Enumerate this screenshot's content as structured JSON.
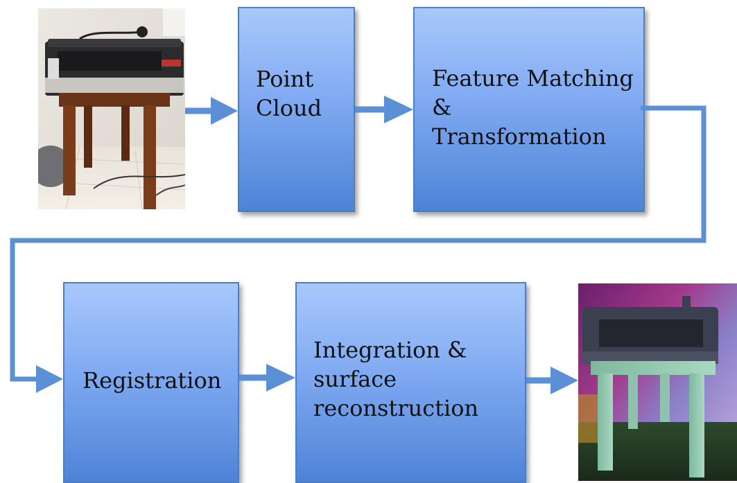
{
  "diagram": {
    "steps": [
      {
        "id": "point-cloud",
        "label": "Point\nCloud"
      },
      {
        "id": "feature-matching",
        "label": "Feature Matching\n&\nTransformation"
      },
      {
        "id": "registration",
        "label": "Registration"
      },
      {
        "id": "integration",
        "label": "Integration &\nsurface\nreconstruction"
      }
    ],
    "input_image": "photo of a printer on a wooden stool",
    "output_image": "3D reconstructed model of a printer on a stool",
    "colors": {
      "box_top": "#a8c8fb",
      "box_bottom": "#4d83d6",
      "connector": "#5b8fd6"
    }
  }
}
